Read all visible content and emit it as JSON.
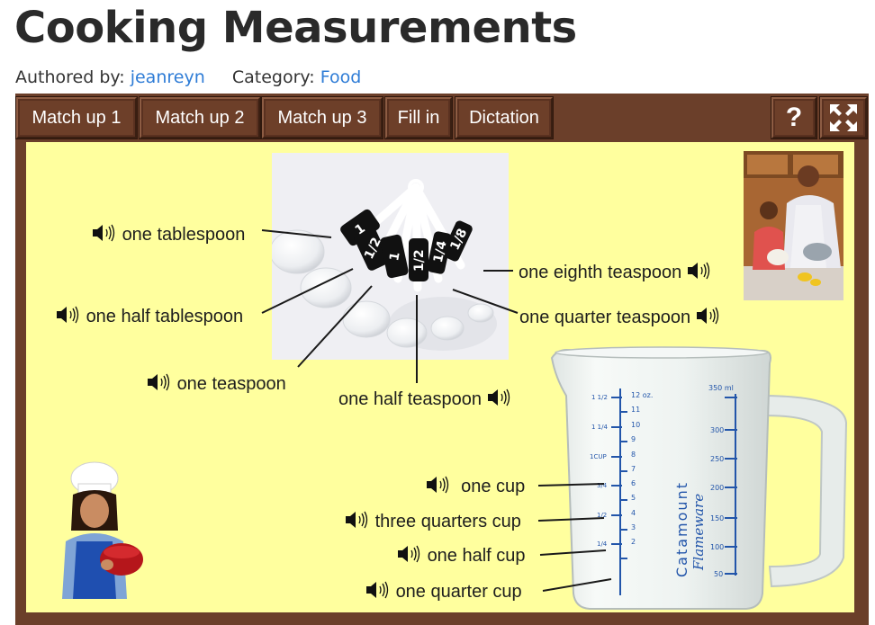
{
  "page": {
    "title": "Cooking Measurements",
    "authored_label": "Authored by:",
    "author": "jeanreyn",
    "category_label": "Category:",
    "category": "Food"
  },
  "toolbar": {
    "tabs": [
      {
        "label": "Match up 1"
      },
      {
        "label": "Match up 2"
      },
      {
        "label": "Match up 3"
      },
      {
        "label": "Fill in"
      },
      {
        "label": "Dictation"
      }
    ],
    "help_label": "?",
    "help_icon": "question-mark-icon",
    "fullscreen_icon": "fullscreen-icon"
  },
  "spoons": {
    "tablespoon": "one tablespoon",
    "half_tablespoon": "one half tablespoon",
    "teaspoon": "one teaspoon",
    "half_teaspoon": "one half teaspoon",
    "eighth_teaspoon": "one eighth teaspoon",
    "quarter_teaspoon": "one quarter teaspoon",
    "tags": [
      "1",
      "1/2",
      "1",
      "1/2",
      "1/4",
      "1/8"
    ]
  },
  "cups": {
    "one_cup": "one cup",
    "three_quarters": "three quarters cup",
    "one_half": "one half cup",
    "one_quarter": "one quarter cup"
  },
  "measuring_cup": {
    "brand": "Catamount",
    "brand_script": "Flameware",
    "left_marks": [
      "1 1/2",
      "1 1/4",
      "1CUP",
      "3/4",
      "1/2",
      "1/4"
    ],
    "oz_marks": [
      "12 oz.",
      "11",
      "10",
      "9",
      "8",
      "7",
      "6",
      "5",
      "4",
      "3",
      "2"
    ],
    "ml_marks": [
      "350 ml",
      "300",
      "250",
      "200",
      "150",
      "100",
      "50"
    ]
  },
  "colors": {
    "frame": "#6b3f2a",
    "stage": "#ffff9e",
    "link": "#2e7cd6",
    "cup_marks": "#2255aa"
  },
  "icons": {
    "speaker": "speaker-icon"
  }
}
